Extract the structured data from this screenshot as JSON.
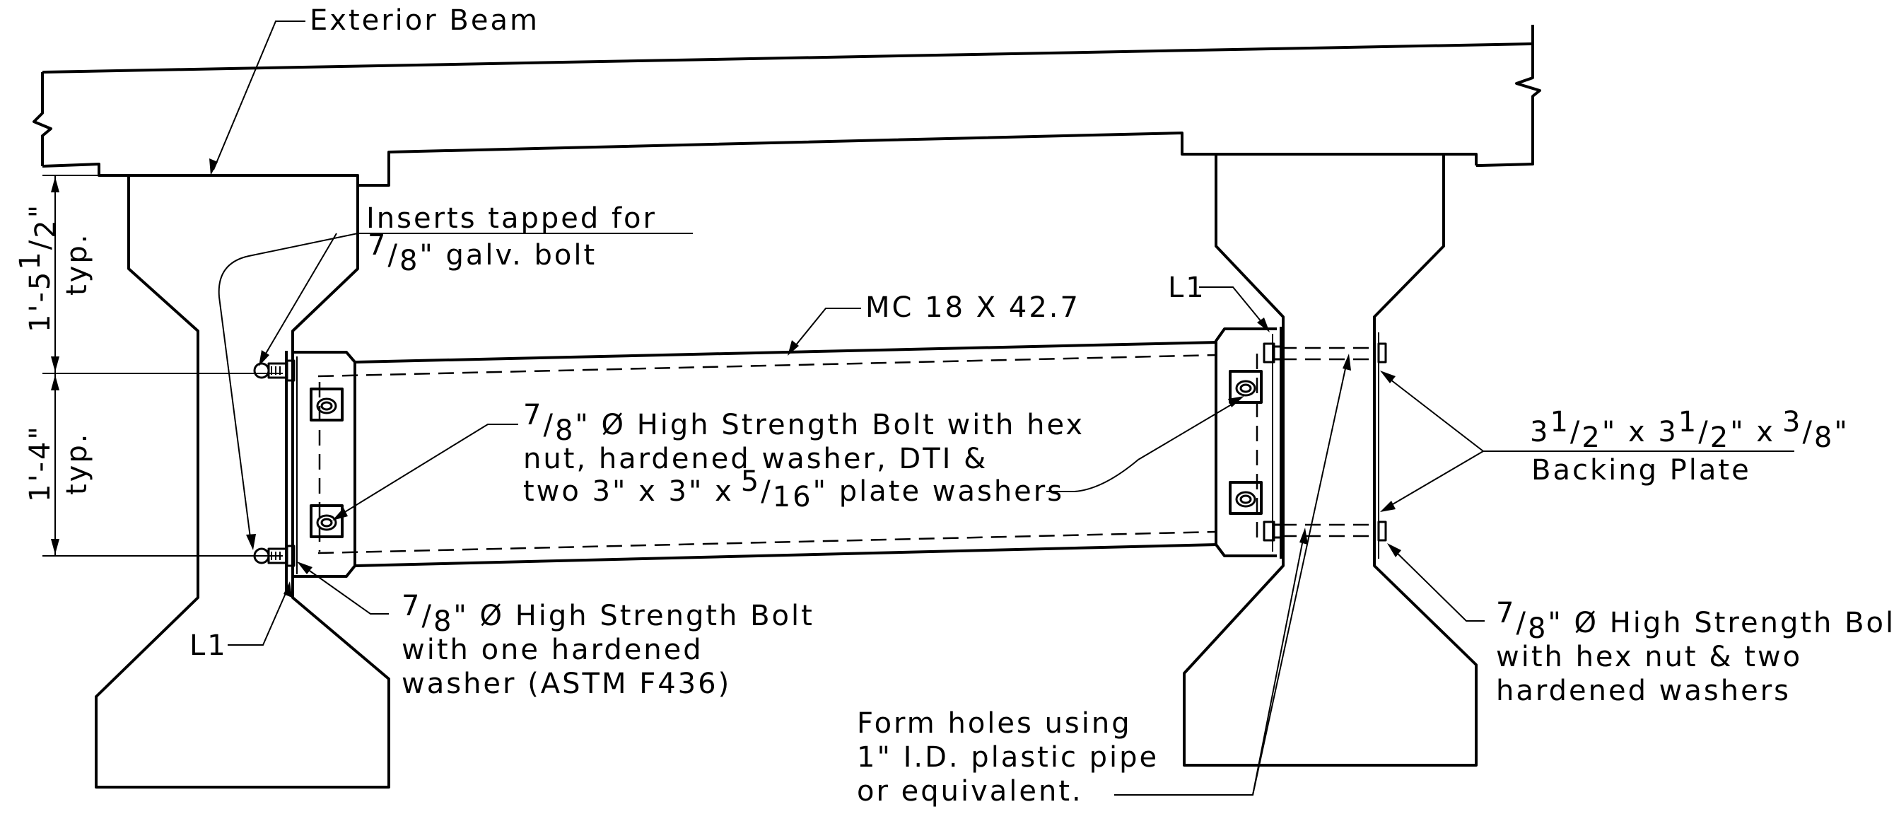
{
  "labels": {
    "exterior_beam": "Exterior Beam",
    "inserts_line1": "Inserts tapped for",
    "inserts_line2": "\" galv. bolt",
    "channel": "MC 18 X 42.7",
    "l1_left": "L1",
    "l1_right": "L1",
    "hs_bolt_main_line1": "\" Ø High Strength Bolt with hex",
    "hs_bolt_main_line2": "nut, hardened washer, DTI &",
    "hs_bolt_main_line3a": "two 3\" x 3\" x",
    "hs_bolt_main_line3b": "\" plate washers",
    "hs_bolt_left_line1": "\" Ø High Strength Bolt",
    "hs_bolt_left_line2": "with one hardened",
    "hs_bolt_left_line3": "washer (ASTM F436)",
    "backing_plate_dims_a": "\" x 3",
    "backing_plate_dims_b": "\" x",
    "backing_plate_dims_c": "\"",
    "backing_plate_name": "Backing Plate",
    "hs_bolt_right_line1": "\" Ø High Strength Bolt",
    "hs_bolt_right_line2": "with hex nut & two",
    "hs_bolt_right_line3": "hardened washers",
    "form_holes_line1": "Form holes using",
    "form_holes_line2": "1\" I.D. plastic pipe",
    "form_holes_line3": "or equivalent.",
    "dim_upper_value": "1'-5",
    "dim_upper_close": "\"",
    "dim_typ_upper": "typ.",
    "dim_lower_value": "1'-4\"",
    "dim_typ_lower": "typ."
  },
  "fractions": {
    "seven": "7",
    "eight": "8",
    "one": "1",
    "two": "2",
    "three": "3",
    "five": "5",
    "sixteen": "16"
  }
}
